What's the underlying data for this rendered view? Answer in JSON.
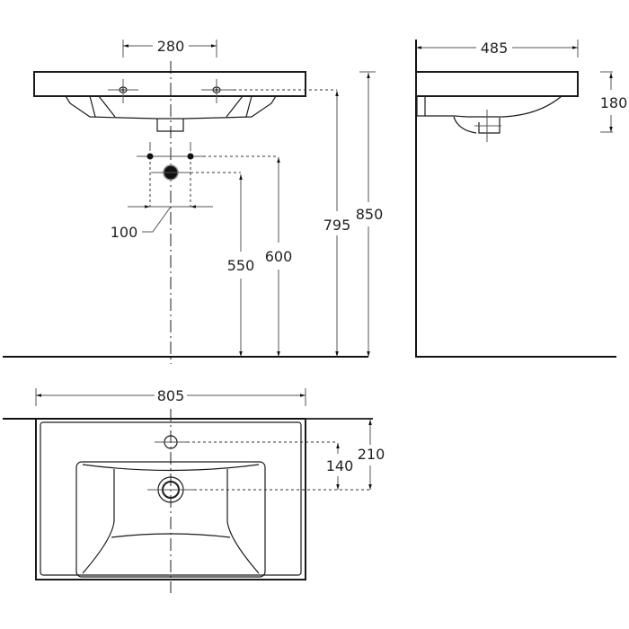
{
  "drawing": {
    "type": "washbasin dimensional drawing",
    "units": "mm",
    "front_view": {
      "dimensions": {
        "tap_hole_spacing": "280",
        "waste_spacing": "100",
        "waste_height": "550",
        "supply_height": "600",
        "basin_bottom_height": "795",
        "basin_top_height": "850"
      }
    },
    "side_view": {
      "dimensions": {
        "depth": "485",
        "height": "180"
      }
    },
    "top_view": {
      "dimensions": {
        "width": "805",
        "tap_hole_from_back": "210",
        "tap_to_drain": "140"
      }
    }
  }
}
